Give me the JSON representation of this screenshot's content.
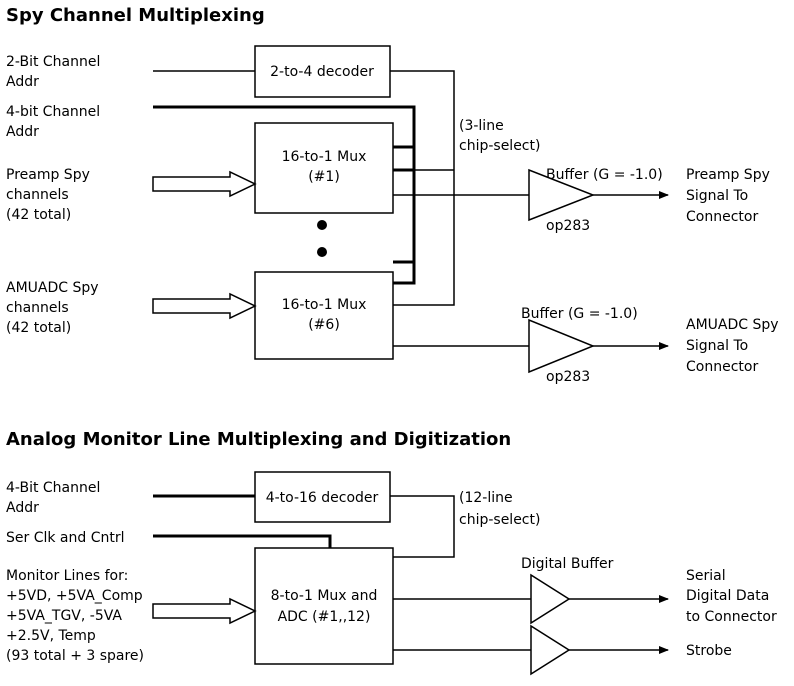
{
  "spy": {
    "title": "Spy Channel Multiplexing",
    "in_2bit_l1": "2-Bit Channel",
    "in_2bit_l2": "Addr",
    "in_4bit_l1": "4-bit Channel",
    "in_4bit_l2": "Addr",
    "preamp_in_l1": "Preamp Spy",
    "preamp_in_l2": "channels",
    "preamp_in_l3": "(42 total)",
    "amu_in_l1": "AMUADC Spy",
    "amu_in_l2": "channels",
    "amu_in_l3": "(42 total)",
    "decoder": "2-to-4 decoder",
    "mux1_l1": "16-to-1 Mux",
    "mux1_l2": "(#1)",
    "mux6_l1": "16-to-1 Mux",
    "mux6_l2": "(#6)",
    "chip_select_l1": "(3-line",
    "chip_select_l2": "chip-select)",
    "buffer1": "Buffer (G = -1.0)",
    "buffer2": "Buffer (G = -1.0)",
    "op1": "op283",
    "op2": "op283",
    "out1_l1": "Preamp Spy",
    "out1_l2": "Signal To",
    "out1_l3": "Connector",
    "out2_l1": "AMUADC Spy",
    "out2_l2": "Signal To",
    "out2_l3": "Connector"
  },
  "analog": {
    "title": "Analog Monitor Line Multiplexing and Digitization",
    "in_4bit_l1": "4-Bit Channel",
    "in_4bit_l2": "Addr",
    "ser_clk": "Ser  Clk and Cntrl",
    "mon_l1": "Monitor Lines for:",
    "mon_l2": "+5VD, +5VA_Comp",
    "mon_l3": "+5VA_TGV, -5VA",
    "mon_l4": "+2.5V, Temp",
    "mon_l5": "(93 total + 3 spare)",
    "decoder": "4-to-16 decoder",
    "mux_l1": "8-to-1 Mux  and",
    "mux_l2": "ADC (#1,,12)",
    "chip_select_l1": "(12-line",
    "chip_select_l2": "chip-select)",
    "digital_buffer": "Digital Buffer",
    "out1_l1": "Serial",
    "out1_l2": "Digital Data",
    "out1_l3": "to Connector",
    "out2": "Strobe"
  }
}
